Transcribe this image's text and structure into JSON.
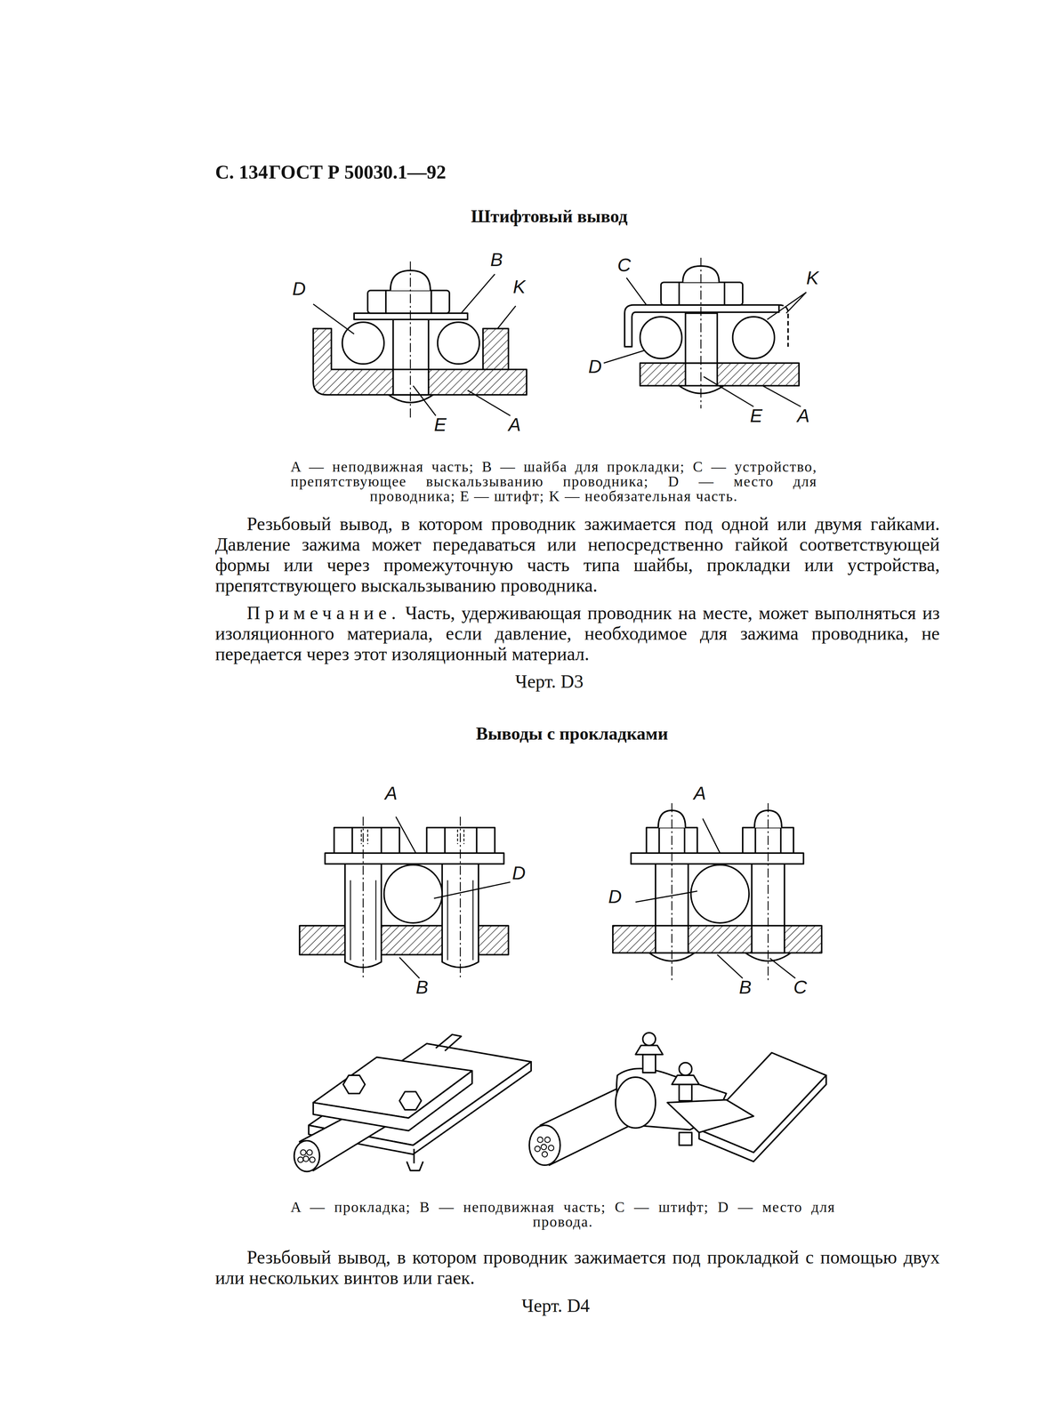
{
  "diagram": {
    "labels": [
      "С. 134",
      "ГОСТ Р 50030.1—92",
      "Штифтовый вывод",
      "D",
      "B",
      "K",
      "E",
      "A",
      "C",
      "K",
      "D",
      "E",
      "A",
      "A — неподвижная часть; B — шайба для прокладки; C — устройство, препятствующее выскальзыванию проводника; D — место для проводника; E — штифт; K — необязательная часть.",
      "Резьбовый вывод, в котором проводник зажимается под одной или двумя гайками. Давление зажима может передаваться или непосредственно гайкой соответствующей формы или через промежуточную часть типа шайбы, прокладки или устройства, препятствующего выскальзыванию проводника.",
      "Примечание.",
      "Часть, удерживающая проводник на месте, может выполняться из изоляционного материала, если давление, необходимое для зажима проводника, не передается через этот изоляционный материал.",
      "Черт. D3",
      "Выводы с прокладками",
      "A",
      "D",
      "B",
      "A",
      "D",
      "B",
      "C",
      "A — прокладка; B — неподвижная часть; C — штифт; D — место для провода.",
      "Резьбовый вывод, в котором проводник зажимается под прокладкой с помощью двух или нескольких винтов или гаек.",
      "Черт. D4"
    ]
  }
}
